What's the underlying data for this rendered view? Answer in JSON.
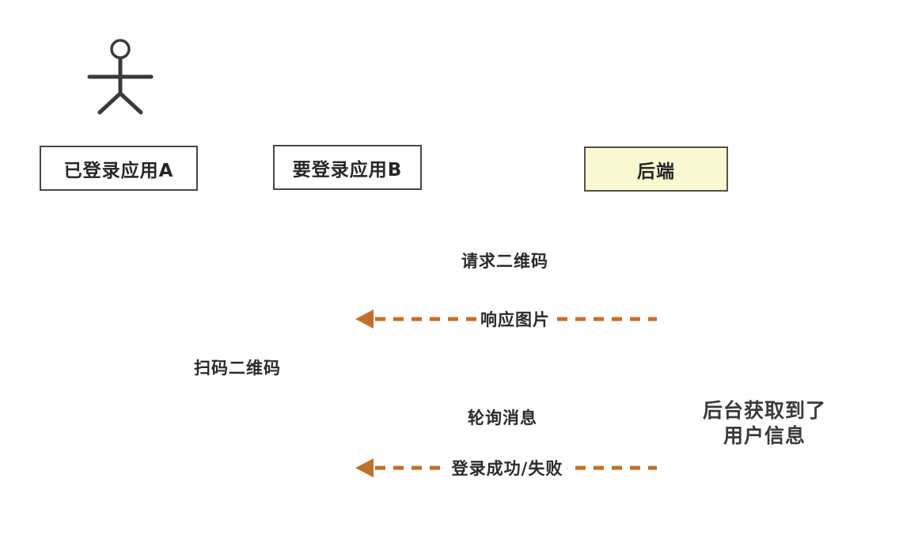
{
  "diagram": {
    "actor": {
      "icon": "stick-figure"
    },
    "participants": [
      {
        "id": "app-a",
        "label": "已登录应用A"
      },
      {
        "id": "app-b",
        "label": "要登录应用B"
      },
      {
        "id": "backend",
        "label": "后端"
      }
    ],
    "messages": [
      {
        "label": "请求二维码",
        "arrow": "none"
      },
      {
        "label": "响应图片",
        "arrow": "dashed-left"
      },
      {
        "label": "扫码二维码",
        "arrow": "none"
      },
      {
        "label": "轮询消息",
        "arrow": "none"
      },
      {
        "label": "登录成功/失败",
        "arrow": "dashed-left"
      }
    ],
    "note": {
      "lines": [
        "后台获取到了",
        "用户信息"
      ]
    },
    "colors": {
      "background": "#FFFFFF",
      "arrow": "#C2702E",
      "box_border": "#474747",
      "box_fill": "#FFFFFF",
      "backend_fill": "#FAFAD2",
      "text": "#262626",
      "stickman": "#3A3A3C",
      "note_text": "#3A3A3C"
    }
  }
}
